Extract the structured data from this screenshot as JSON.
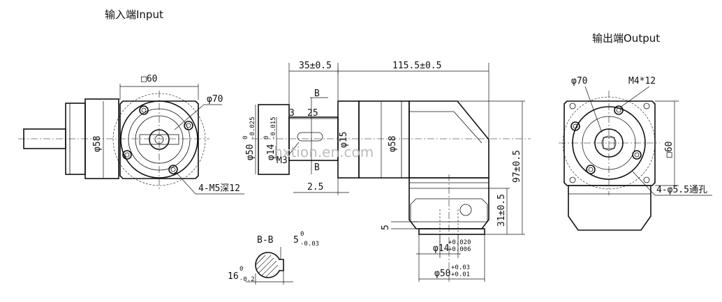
{
  "titles": {
    "input": "输入端Input",
    "output": "输出端Output"
  },
  "watermark": "hxtion.en.com",
  "input_view": {
    "square": "□60",
    "pcd": "φ70",
    "pilot": "φ58",
    "holes": "4-M5深12"
  },
  "side_view": {
    "len_shaft": "35±0.5",
    "len_body": "115.5±0.5",
    "section_mark": "B",
    "key_offset": "3",
    "key_length": "25",
    "pilot_dia": "φ50",
    "pilot_tol_upper": "0",
    "pilot_tol_lower": "-0.025",
    "shaft_dia": "φ14",
    "shaft_tol_upper": "0",
    "shaft_tol_lower": "-0.015",
    "thread": "M3",
    "bore": "φ15",
    "body_dia": "φ58",
    "step": "2.5",
    "height": "97±0.5",
    "center_height": "31±0.5",
    "flange_gap": "5",
    "bottom_bore": "φ14",
    "bottom_bore_tol_upper": "+0.020",
    "bottom_bore_tol_lower": "+0.006",
    "bottom_pilot": "φ50",
    "bottom_pilot_tol_upper": "+0.03",
    "bottom_pilot_tol_lower": "+0.01"
  },
  "section_bb": {
    "label": "B-B",
    "key_width": "5",
    "key_tol_upper": "0",
    "key_tol_lower": "-0.03",
    "depth": "16",
    "depth_tol_upper": "0",
    "depth_tol_lower": "-0.2"
  },
  "output_view": {
    "pcd": "φ70",
    "thread": "M4*12",
    "square": "□60",
    "holes": "4-φ5.5通孔"
  }
}
